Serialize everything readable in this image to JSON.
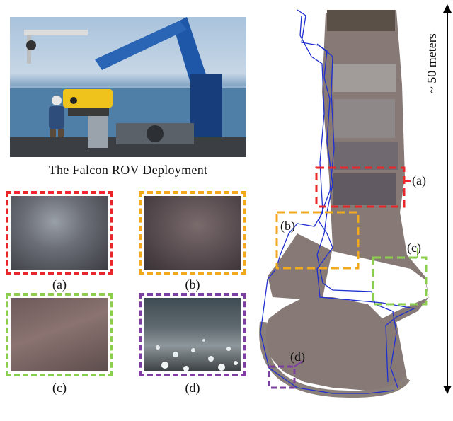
{
  "photo": {
    "caption": "The Falcon ROV Deployment"
  },
  "thumbnails": [
    {
      "id": "a",
      "label": "(a)",
      "color": "#e8262b"
    },
    {
      "id": "b",
      "label": "(b)",
      "color": "#f3a91e"
    },
    {
      "id": "c",
      "label": "(c)",
      "color": "#8ccf4e"
    },
    {
      "id": "d",
      "label": "(d)",
      "color": "#7b3fa0"
    }
  ],
  "map": {
    "labels": {
      "a": "(a)",
      "b": "(b)",
      "c": "(c)",
      "d": "(d)"
    },
    "scale": "~ 50 meters",
    "trajectory_color": "#1f2fd0"
  }
}
